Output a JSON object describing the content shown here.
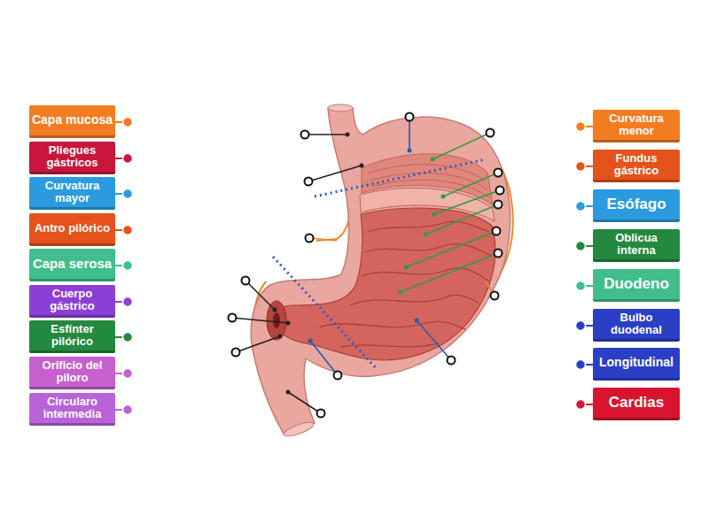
{
  "diagram": {
    "nodes": [
      {
        "text": [
          "Capa mucosa"
        ]
      },
      {
        "text": [
          "Pliegues gástricos"
        ]
      },
      {
        "text": [
          "Curvatura mayor"
        ]
      },
      {
        "text": [
          "Antro pilórico"
        ]
      },
      {
        "text": [
          "Capa serosa"
        ]
      },
      {
        "text": [
          "Cuerpo gástrico"
        ]
      },
      {
        "text": [
          "Esfínter pilórico"
        ]
      },
      {
        "text": [
          "Orificio del piloro"
        ]
      },
      {
        "text": [
          "Circularo intermedia"
        ]
      },
      {
        "text": [
          "Curvatura menor"
        ]
      },
      {
        "text": [
          "Fundus gástrico"
        ]
      },
      {
        "text": [
          "Esófago"
        ]
      },
      {
        "text": [
          "Oblicua interna"
        ]
      },
      {
        "text": [
          "Duodeno"
        ]
      },
      {
        "text": [
          "Bulbo duodenal"
        ]
      },
      {
        "text": [
          "Longitudinal"
        ]
      },
      {
        "text": [
          "Cardias"
        ]
      }
    ]
  }
}
